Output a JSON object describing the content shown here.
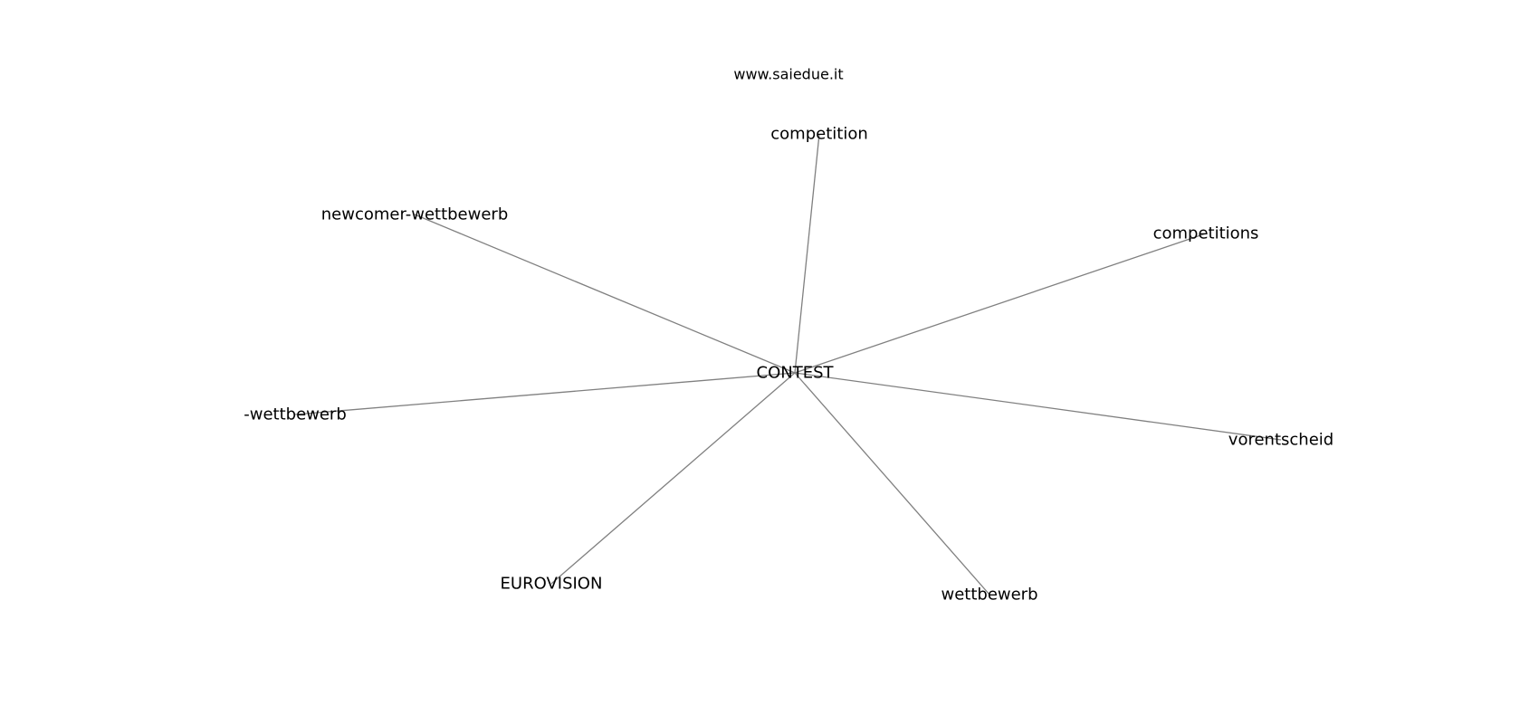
{
  "title": "www.saiedue.it",
  "edge_color": "#808080",
  "center": {
    "label": "CONTEST"
  },
  "nodes": [
    {
      "id": "competition",
      "label": "competition"
    },
    {
      "id": "newcomer",
      "label": "newcomer-wettbewerb"
    },
    {
      "id": "competitions",
      "label": "competitions"
    },
    {
      "id": "dash",
      "label": "-wettbewerb"
    },
    {
      "id": "vorentscheid",
      "label": "vorentscheid"
    },
    {
      "id": "eurovision",
      "label": "EUROVISION"
    },
    {
      "id": "wettbewerb",
      "label": "wettbewerb"
    }
  ]
}
